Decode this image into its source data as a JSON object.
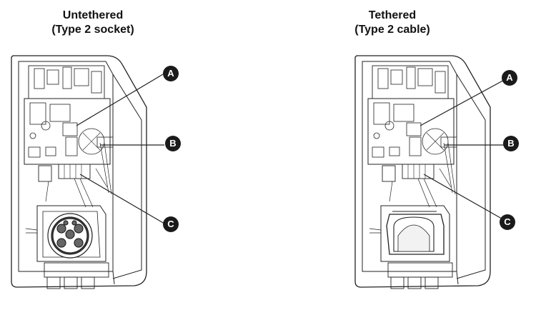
{
  "figure": {
    "panels": [
      {
        "title_line1": "Untethered",
        "title_line2": "(Type 2 socket)"
      },
      {
        "title_line1": "Tethered",
        "title_line2": "(Type 2 cable)"
      }
    ],
    "callouts": [
      "A",
      "B",
      "C"
    ]
  }
}
